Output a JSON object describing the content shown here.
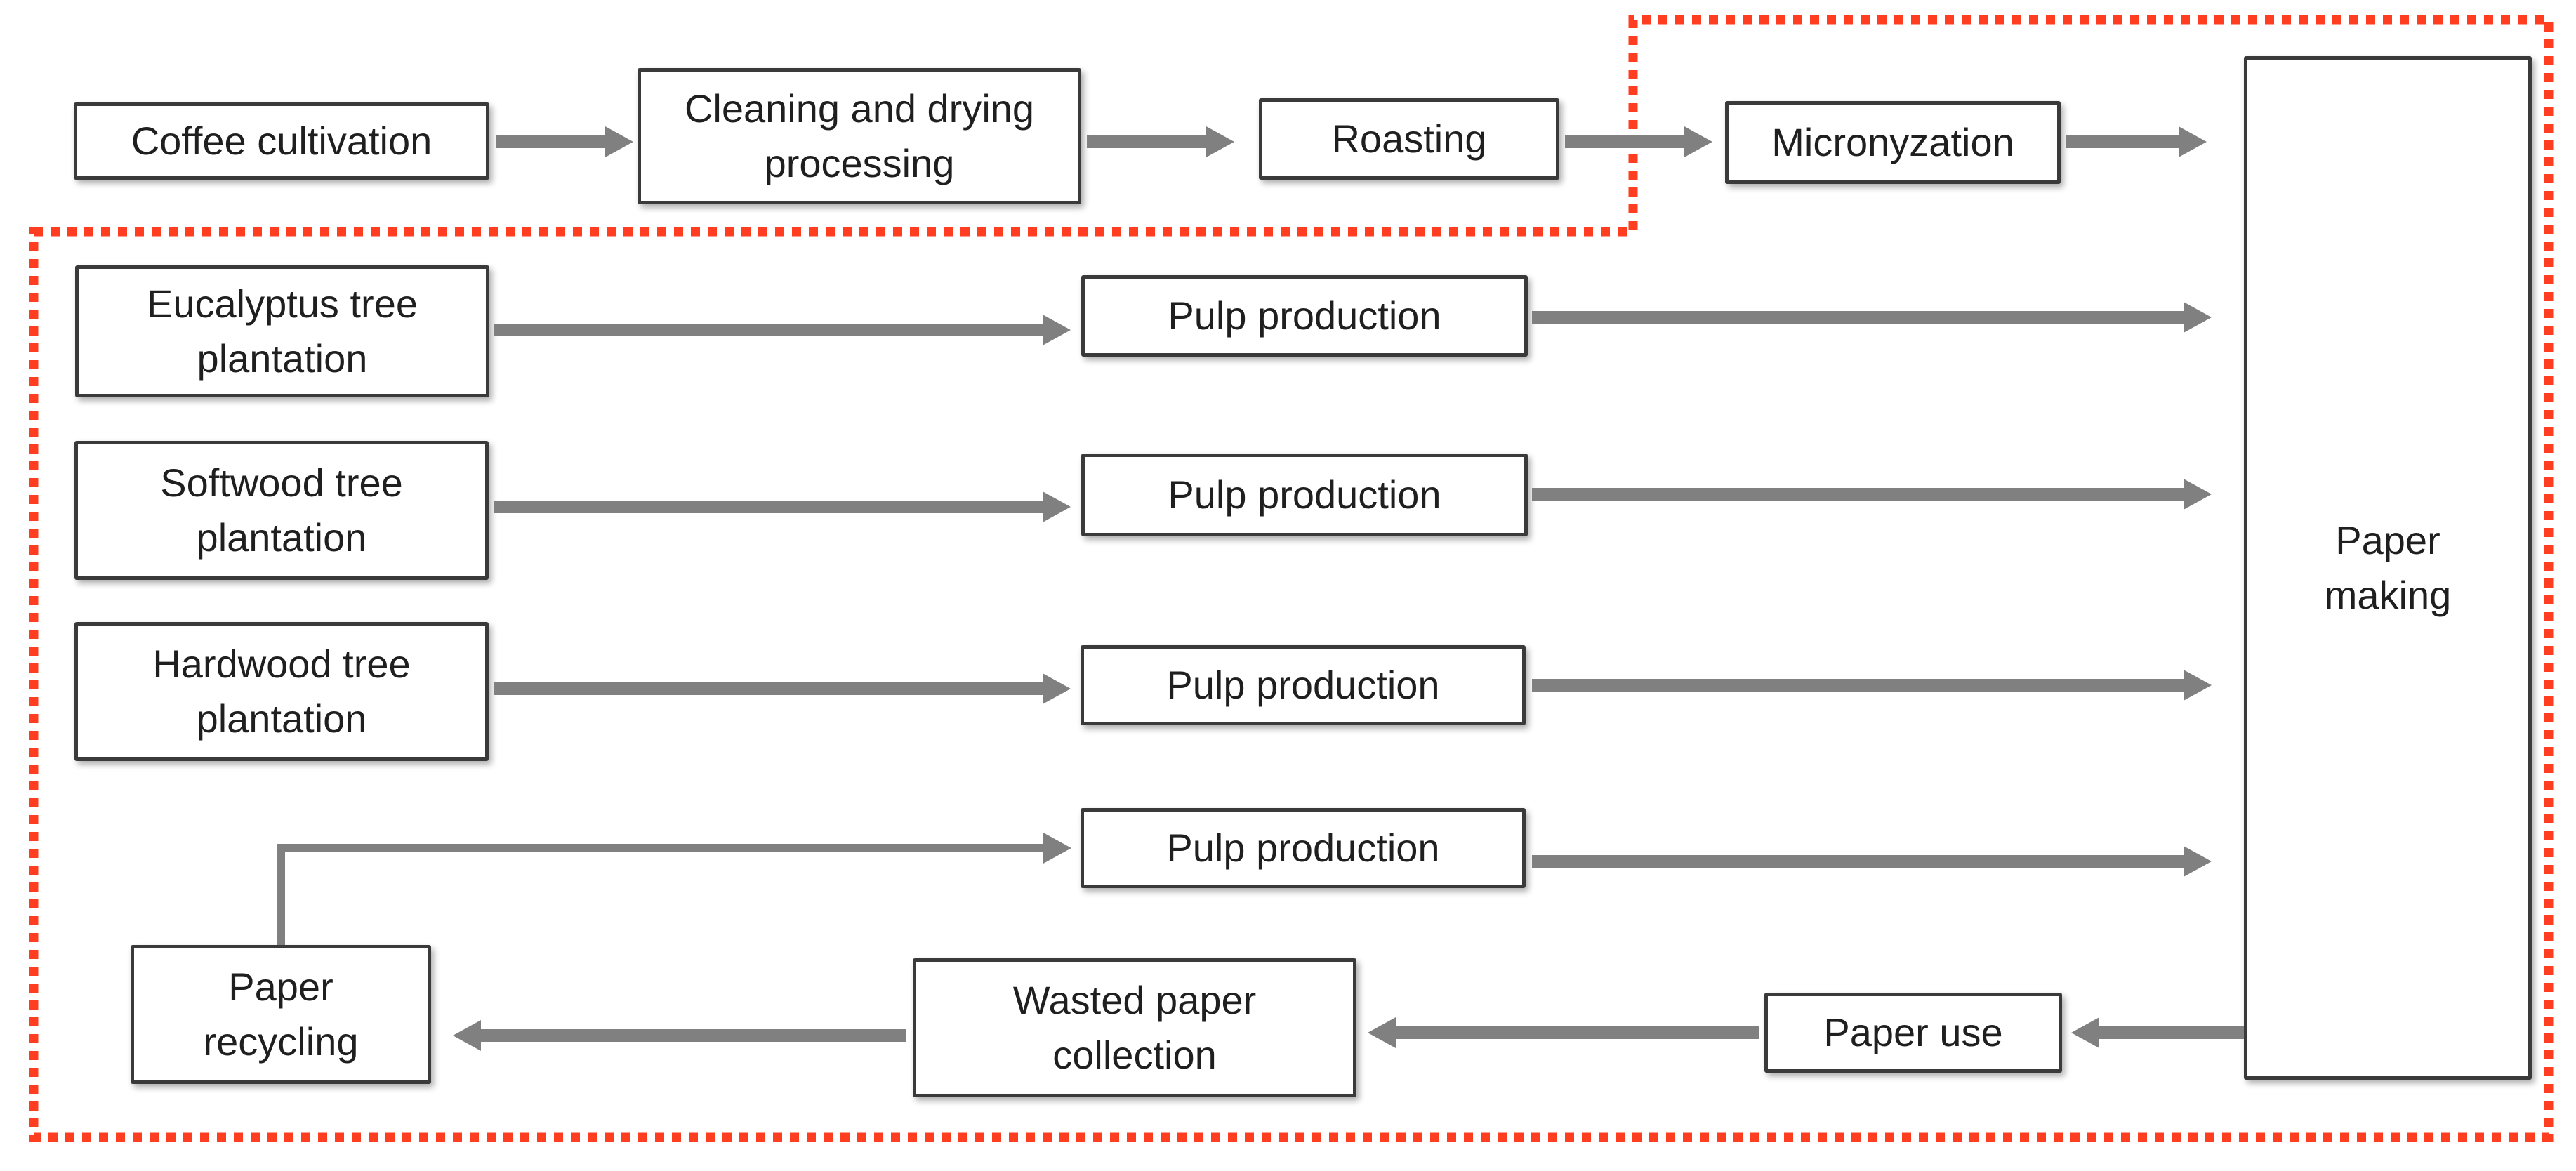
{
  "diagram": {
    "description": "Process flow diagram of coffee and paper production with recycling loop and dotted system boundary",
    "colors": {
      "background": "#ffffff",
      "box_fill": "#ffffff",
      "box_border": "#3a3a3a",
      "arrow_gray": "#808080",
      "boundary_red": "#ff3e21",
      "label_text": "#1f1f1f"
    },
    "nodes": {
      "coffee_cultivation": {
        "label": "Coffee cultivation"
      },
      "cleaning_drying": {
        "label": "Cleaning and drying\nprocessing"
      },
      "roasting": {
        "label": "Roasting"
      },
      "micronyzation": {
        "label": "Micronyzation"
      },
      "paper_making": {
        "label": "Paper\nmaking"
      },
      "eucalyptus_plantation": {
        "label": "Eucalyptus tree\nplantation"
      },
      "softwood_plantation": {
        "label": "Softwood tree\nplantation"
      },
      "hardwood_plantation": {
        "label": "Hardwood tree\nplantation"
      },
      "pulp_production_1": {
        "label": "Pulp production"
      },
      "pulp_production_2": {
        "label": "Pulp production"
      },
      "pulp_production_3": {
        "label": "Pulp production"
      },
      "pulp_production_4": {
        "label": "Pulp production"
      },
      "paper_recycling": {
        "label": "Paper\nrecycling"
      },
      "wasted_paper_collection": {
        "label": "Wasted paper\ncollection"
      },
      "paper_use": {
        "label": "Paper use"
      }
    },
    "edges": [
      {
        "from": "coffee_cultivation",
        "to": "cleaning_drying"
      },
      {
        "from": "cleaning_drying",
        "to": "roasting"
      },
      {
        "from": "roasting",
        "to": "micronyzation"
      },
      {
        "from": "micronyzation",
        "to": "paper_making"
      },
      {
        "from": "eucalyptus_plantation",
        "to": "pulp_production_1"
      },
      {
        "from": "pulp_production_1",
        "to": "paper_making"
      },
      {
        "from": "softwood_plantation",
        "to": "pulp_production_2"
      },
      {
        "from": "pulp_production_2",
        "to": "paper_making"
      },
      {
        "from": "hardwood_plantation",
        "to": "pulp_production_3"
      },
      {
        "from": "pulp_production_3",
        "to": "paper_making"
      },
      {
        "from": "paper_recycling",
        "to": "pulp_production_4"
      },
      {
        "from": "pulp_production_4",
        "to": "paper_making"
      },
      {
        "from": "paper_making",
        "to": "paper_use"
      },
      {
        "from": "paper_use",
        "to": "wasted_paper_collection"
      },
      {
        "from": "wasted_paper_collection",
        "to": "paper_recycling"
      }
    ],
    "boundary": {
      "style": "dotted",
      "color": "#ff3e21",
      "encloses": "paper production system including micronyzation; excludes coffee cultivation, cleaning/drying and roasting"
    }
  }
}
